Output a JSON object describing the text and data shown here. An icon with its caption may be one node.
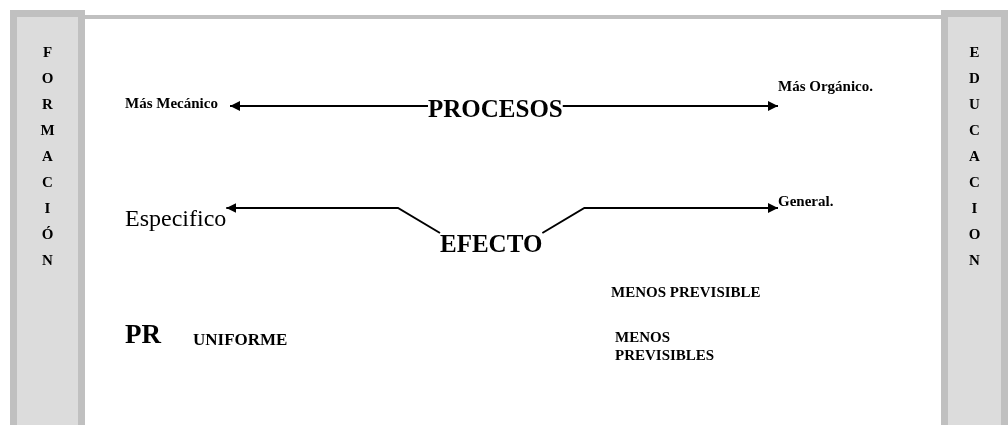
{
  "diagram": {
    "nodes": [
      {
        "text": [
          "PROCESOS"
        ]
      },
      {
        "text": [
          "Más Mecánico"
        ]
      },
      {
        "text": [
          "Más Orgánico."
        ]
      },
      {
        "text": [
          "EFECTO"
        ]
      },
      {
        "text": [
          "Especifico"
        ]
      },
      {
        "text": [
          "General."
        ]
      },
      {
        "text": [
          "FORMACIÓN"
        ]
      },
      {
        "text": [
          "EDUCACION"
        ]
      }
    ],
    "edges": [
      {
        "from": 0,
        "to": 1,
        "arrow": "to"
      },
      {
        "from": 0,
        "to": 2,
        "arrow": "to"
      },
      {
        "from": 3,
        "to": 4,
        "arrow": "to"
      },
      {
        "from": 3,
        "to": 5,
        "arrow": "to"
      }
    ],
    "labels": [
      "PR",
      "UNIFORME",
      "MENOS PREVISIBLE",
      "MENOS PREVISIBLES"
    ]
  }
}
